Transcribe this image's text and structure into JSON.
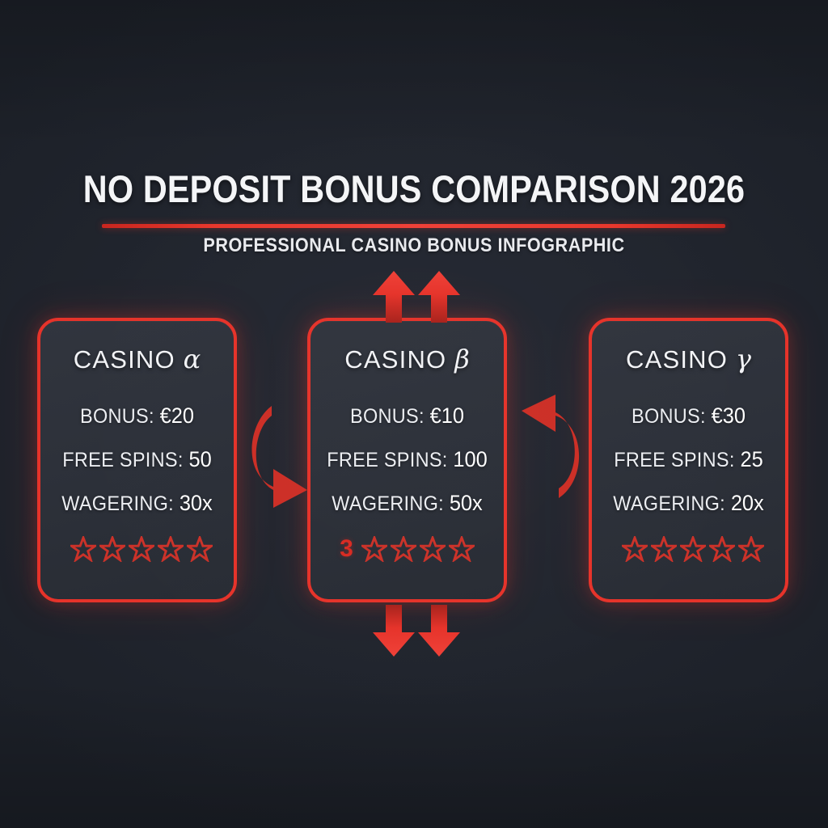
{
  "header": {
    "title": "NO DEPOSIT BONUS COMPARISON 2026",
    "subtitle": "PROFESSIONAL CASINO BONUS INFOGRAPHIC",
    "accent_color": "#e6332a",
    "rule_color": "#e8372c"
  },
  "theme": {
    "background": "#22262f",
    "card_background": "#2e323a",
    "card_border": "#e6332a",
    "text_primary": "#f2f3f6",
    "star_color": "#cc3229",
    "arrow_color": "#e6332a"
  },
  "cards": [
    {
      "name_prefix": "CASINO",
      "name_symbol": "α",
      "bonus_label": "BONUS:",
      "bonus_value": "€20",
      "free_spins_label": "FREE SPINS:",
      "free_spins_value": "50",
      "wagering_label": "WAGERING:",
      "wagering_value": "30x",
      "score_text": "",
      "stars": 5
    },
    {
      "name_prefix": "CASINO",
      "name_symbol": "β",
      "bonus_label": "BONUS:",
      "bonus_value": "€10",
      "free_spins_label": "FREE SPINS:",
      "free_spins_value": "100",
      "wagering_label": "WAGERING:",
      "wagering_value": "50x",
      "score_text": "3",
      "stars": 4
    },
    {
      "name_prefix": "CASINO",
      "name_symbol": "γ",
      "bonus_label": "BONUS:",
      "bonus_value": "€30",
      "free_spins_label": "FREE SPINS:",
      "free_spins_value": "25",
      "wagering_label": "WAGERING:",
      "wagering_value": "20x",
      "score_text": "",
      "stars": 5
    }
  ],
  "connectors": {
    "up_arrows": 2,
    "down_arrows": 2,
    "curve_left_direction": "right",
    "curve_right_direction": "left"
  }
}
